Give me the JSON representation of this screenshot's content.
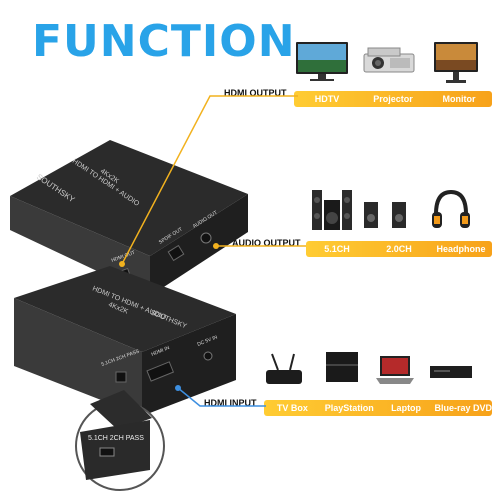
{
  "title": "FUNCTION",
  "hdmi_output": {
    "label": "HDMI OUTPUT",
    "items": [
      "HDTV",
      "Projector",
      "Monitor"
    ]
  },
  "audio_output": {
    "label": "AUDIO OUTPUT",
    "items": [
      "5.1CH",
      "2.0CH",
      "Headphone"
    ]
  },
  "hdmi_input": {
    "label": "HDMI INPUT",
    "items": [
      "TV Box",
      "PlayStation",
      "Laptop",
      "Blue-ray DVD"
    ]
  },
  "device_top": {
    "brand": "SOUTHSKY",
    "model": "HDMI TO HDMI + AUDIO",
    "resolution": "4Kx2K",
    "port_hdmi_out": "HDMI OUT",
    "port_spdif_out": "SPDIF OUT",
    "port_audio_out": "AUDIO OUT"
  },
  "device_bottom": {
    "brand": "SOUTHSKY",
    "model": "HDMI TO HDMI + AUDIO",
    "resolution": "4Kx2K",
    "switch_label": "5.1CH 2CH PASS",
    "port_hdmi_in": "HDMI IN",
    "port_dc": "DC 5V IN"
  },
  "zoom_label": "5.1CH 2CH PASS",
  "colors": {
    "accent": "#29a3e8",
    "bar": "#f7a21a",
    "line": "#f2b21f",
    "input_line": "#3d8fe0"
  }
}
